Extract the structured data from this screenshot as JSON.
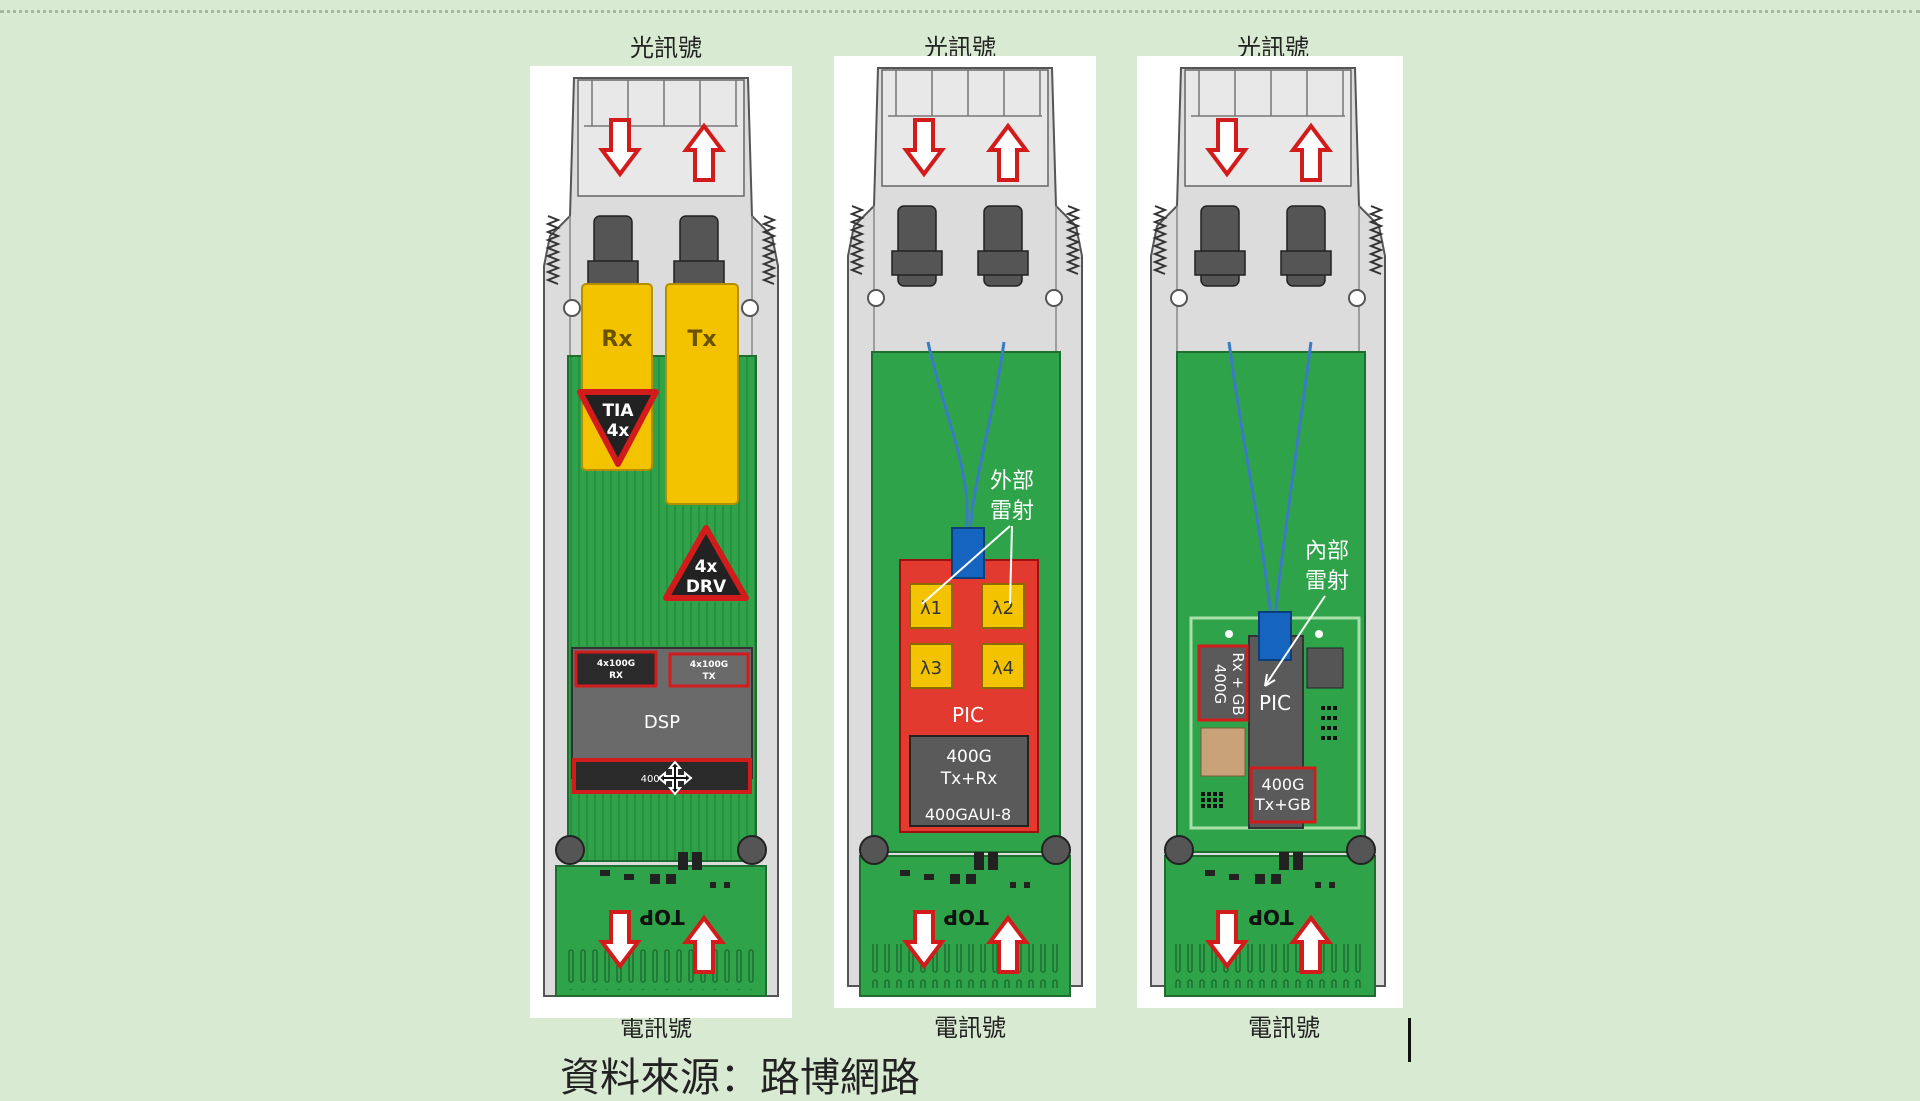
{
  "modules": [
    {
      "id": "m1",
      "top_caption": "光訊號",
      "bottom_caption": "電訊號",
      "rx_label": "Rx",
      "tx_label": "Tx",
      "tia_label": [
        "TIA",
        "4x"
      ],
      "drv_label": [
        "4x",
        "DRV"
      ],
      "dsp_rx_label": [
        "4x100G",
        "RX"
      ],
      "dsp_tx_label": [
        "4x100G",
        "TX"
      ],
      "dsp_label": "DSP",
      "dsp_io_label": "400G",
      "top_label": "TOP"
    },
    {
      "id": "m2",
      "top_caption": "光訊號",
      "bottom_caption": "電訊號",
      "laser_label": [
        "外部",
        "雷射"
      ],
      "lambdas": [
        "λ1",
        "λ2",
        "λ3",
        "λ4"
      ],
      "pic_label": "PIC",
      "ic_label": [
        "400G",
        "Tx+Rx"
      ],
      "gaui_label": "400GAUI-8",
      "top_label": "TOP"
    },
    {
      "id": "m3",
      "top_caption": "光訊號",
      "bottom_caption": "電訊號",
      "laser_label": [
        "內部",
        "雷射"
      ],
      "rx_gb_label": [
        "400G",
        "Rx + GB"
      ],
      "pic_label": "PIC",
      "tx_gb_label": [
        "400G",
        "Tx+GB"
      ],
      "top_label": "TOP"
    }
  ],
  "footer_text": "資料來源：路博網路",
  "colors": {
    "pcb": "#2fa34a",
    "pcb_dark": "#1e7a34",
    "housing": "#d6d6d6",
    "yellow": "#f3c300",
    "red": "#d21b1b",
    "gray_chip": "#5a5a5a",
    "blue": "#1565c0",
    "fiber": "#3a7cc4"
  }
}
